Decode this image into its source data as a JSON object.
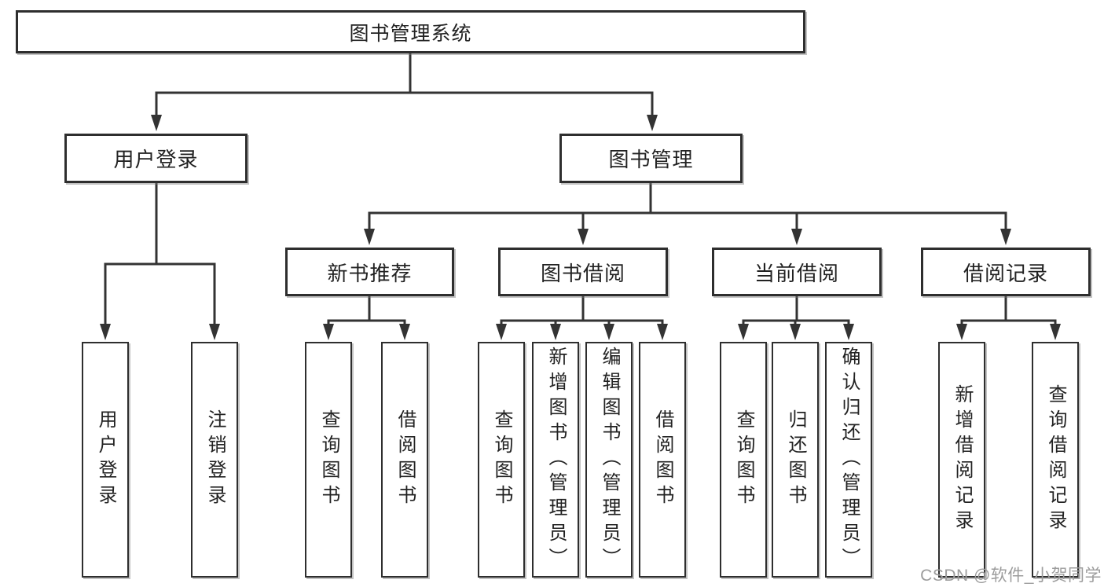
{
  "diagram": {
    "type": "tree",
    "root": {
      "label": "图书管理系统"
    },
    "level2": [
      {
        "id": "user-login",
        "label": "用户登录",
        "parent": "root"
      },
      {
        "id": "book-management",
        "label": "图书管理",
        "parent": "root"
      }
    ],
    "level3": [
      {
        "id": "new-book-recommend",
        "label": "新书推荐",
        "parent": "book-management"
      },
      {
        "id": "book-borrow",
        "label": "图书借阅",
        "parent": "book-management"
      },
      {
        "id": "current-borrow",
        "label": "当前借阅",
        "parent": "book-management"
      },
      {
        "id": "borrow-records",
        "label": "借阅记录",
        "parent": "book-management"
      }
    ],
    "leaves": {
      "user_login": [
        "用户登录",
        "注销登录"
      ],
      "new_book_recommend": [
        "查询图书",
        "借阅图书"
      ],
      "book_borrow": [
        "查询图书",
        "新增图书（管理员）",
        "编辑图书（管理员）",
        "借阅图书"
      ],
      "current_borrow": [
        "查询图书",
        "归还图书",
        "确认归还（管理员）"
      ],
      "borrow_records": [
        "新增借阅记录",
        "查询借阅记录"
      ]
    }
  },
  "watermark": {
    "text": "CSDN @软件_小贺同学"
  },
  "colors": {
    "line": "#333333",
    "box_border": "#2e2e2e",
    "text": "#222222",
    "watermark": "#9c9c9c",
    "background": "#ffffff"
  }
}
